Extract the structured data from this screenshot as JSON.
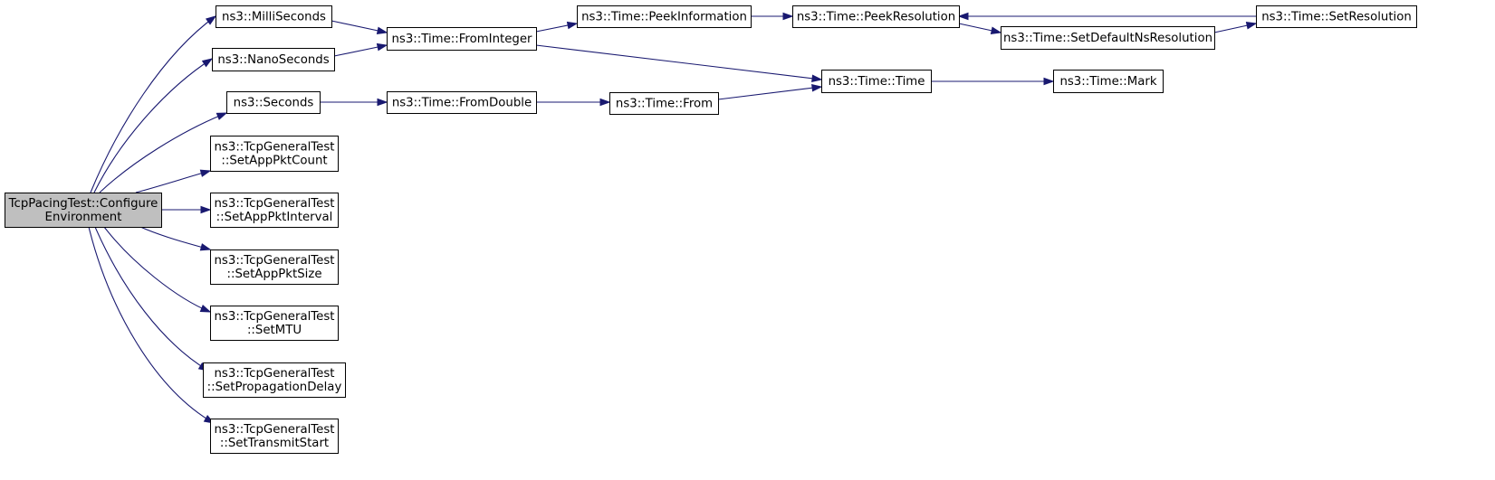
{
  "diagram": {
    "nodes": [
      {
        "id": "root",
        "lines": [
          "TcpPacingTest::Configure",
          "Environment"
        ],
        "root": true
      },
      {
        "id": "ms",
        "lines": [
          "ns3::MilliSeconds"
        ]
      },
      {
        "id": "ns",
        "lines": [
          "ns3::NanoSeconds"
        ]
      },
      {
        "id": "sec",
        "lines": [
          "ns3::Seconds"
        ]
      },
      {
        "id": "cnt",
        "lines": [
          "ns3::TcpGeneralTest",
          "::SetAppPktCount"
        ]
      },
      {
        "id": "intv",
        "lines": [
          "ns3::TcpGeneralTest",
          "::SetAppPktInterval"
        ]
      },
      {
        "id": "size",
        "lines": [
          "ns3::TcpGeneralTest",
          "::SetAppPktSize"
        ]
      },
      {
        "id": "mtu",
        "lines": [
          "ns3::TcpGeneralTest",
          "::SetMTU"
        ]
      },
      {
        "id": "prop",
        "lines": [
          "ns3::TcpGeneralTest",
          "::SetPropagationDelay"
        ]
      },
      {
        "id": "tx",
        "lines": [
          "ns3::TcpGeneralTest",
          "::SetTransmitStart"
        ]
      },
      {
        "id": "fint",
        "lines": [
          "ns3::Time::FromInteger"
        ]
      },
      {
        "id": "fdbl",
        "lines": [
          "ns3::Time::FromDouble"
        ]
      },
      {
        "id": "peekinfo",
        "lines": [
          "ns3::Time::PeekInformation"
        ]
      },
      {
        "id": "from",
        "lines": [
          "ns3::Time::From"
        ]
      },
      {
        "id": "peekres",
        "lines": [
          "ns3::Time::PeekResolution"
        ]
      },
      {
        "id": "time",
        "lines": [
          "ns3::Time::Time"
        ]
      },
      {
        "id": "setdef",
        "lines": [
          "ns3::Time::SetDefaultNsResolution"
        ]
      },
      {
        "id": "mark",
        "lines": [
          "ns3::Time::Mark"
        ]
      },
      {
        "id": "setres",
        "lines": [
          "ns3::Time::SetResolution"
        ]
      }
    ],
    "edges": [
      {
        "from": "root",
        "to": "ms"
      },
      {
        "from": "root",
        "to": "ns"
      },
      {
        "from": "root",
        "to": "sec"
      },
      {
        "from": "root",
        "to": "cnt"
      },
      {
        "from": "root",
        "to": "intv"
      },
      {
        "from": "root",
        "to": "size"
      },
      {
        "from": "root",
        "to": "mtu"
      },
      {
        "from": "root",
        "to": "prop"
      },
      {
        "from": "root",
        "to": "tx"
      },
      {
        "from": "ms",
        "to": "fint"
      },
      {
        "from": "ns",
        "to": "fint"
      },
      {
        "from": "sec",
        "to": "fdbl"
      },
      {
        "from": "fint",
        "to": "peekinfo"
      },
      {
        "from": "fint",
        "to": "time"
      },
      {
        "from": "fdbl",
        "to": "from"
      },
      {
        "from": "peekinfo",
        "to": "peekres"
      },
      {
        "from": "from",
        "to": "time"
      },
      {
        "from": "peekres",
        "to": "setdef"
      },
      {
        "from": "setdef",
        "to": "setres"
      },
      {
        "from": "setres",
        "to": "peekres"
      },
      {
        "from": "time",
        "to": "mark"
      }
    ]
  }
}
